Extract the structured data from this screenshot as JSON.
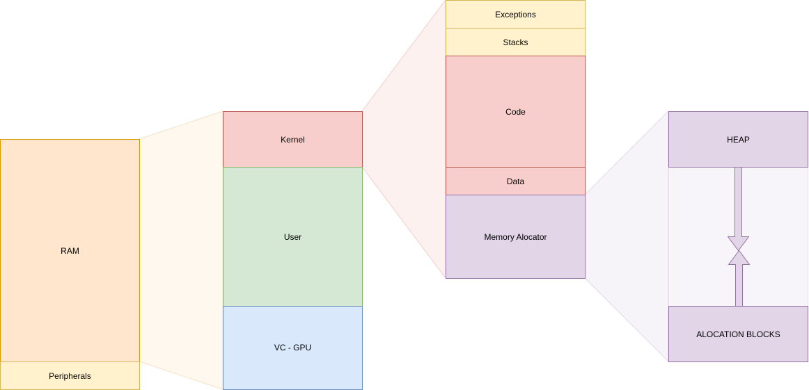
{
  "blocks": {
    "ram": "RAM",
    "peripherals": "Peripherals",
    "kernel": "Kernel",
    "user": "User",
    "vc_gpu": "VC - GPU",
    "exceptions": "Exceptions",
    "stacks": "Stacks",
    "code": "Code",
    "data": "Data",
    "memory_allocator": "Memory Alocator",
    "heap": "HEAP",
    "allocation_blocks": "ALOCATION BLOCKS"
  },
  "colors": {
    "orange_fill": "#ffe6cc",
    "orange_stroke": "#d79b00",
    "yellow_fill": "#fff2cc",
    "yellow_stroke": "#d6b656",
    "red_fill": "#f8cecc",
    "red_stroke": "#b85450",
    "green_fill": "#d5e8d4",
    "green_stroke": "#82b366",
    "blue_fill": "#dae8fc",
    "blue_stroke": "#6c8ebf",
    "purple_fill": "#e1d5e7",
    "purple_stroke": "#9673a6"
  }
}
